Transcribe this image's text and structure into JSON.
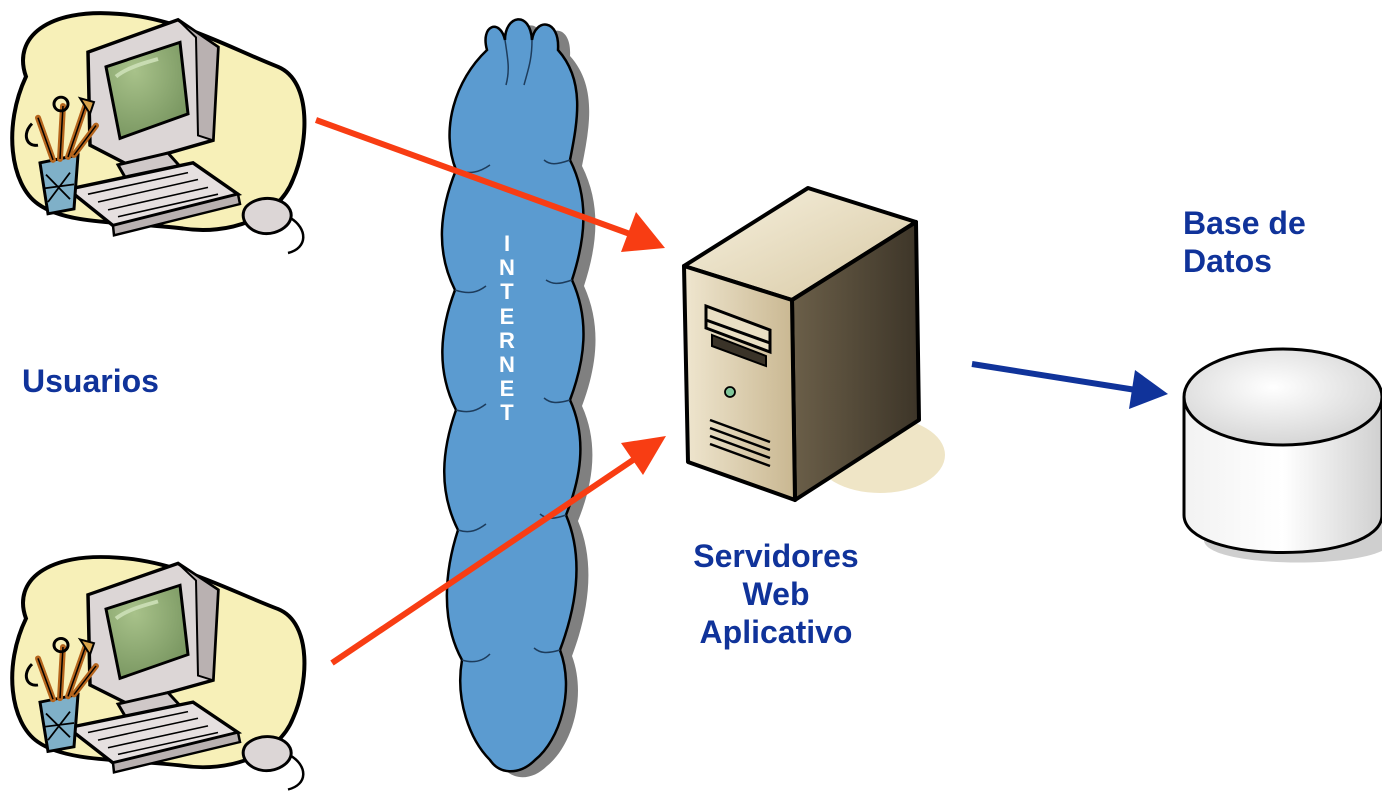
{
  "labels": {
    "usuarios": "Usuarios",
    "servidores": [
      "Servidores",
      "Web",
      "Aplicativo"
    ],
    "base_de_datos": [
      "Base de",
      "Datos"
    ]
  },
  "internet": {
    "letters": [
      "I",
      "N",
      "T",
      "E",
      "R",
      "N",
      "E",
      "T"
    ]
  },
  "icons": {
    "user_computer": "desktop-computer-clipart",
    "server": "tower-server",
    "database": "database-cylinder",
    "cloud": "internet-cloud"
  },
  "colors": {
    "label": "#10339a",
    "cloud_fill": "#5b9bd0",
    "cloud_shadow": "#808080",
    "arrow_request": "#f83d13",
    "arrow_db": "#10339a",
    "blob_fill": "#f7f0b8"
  }
}
